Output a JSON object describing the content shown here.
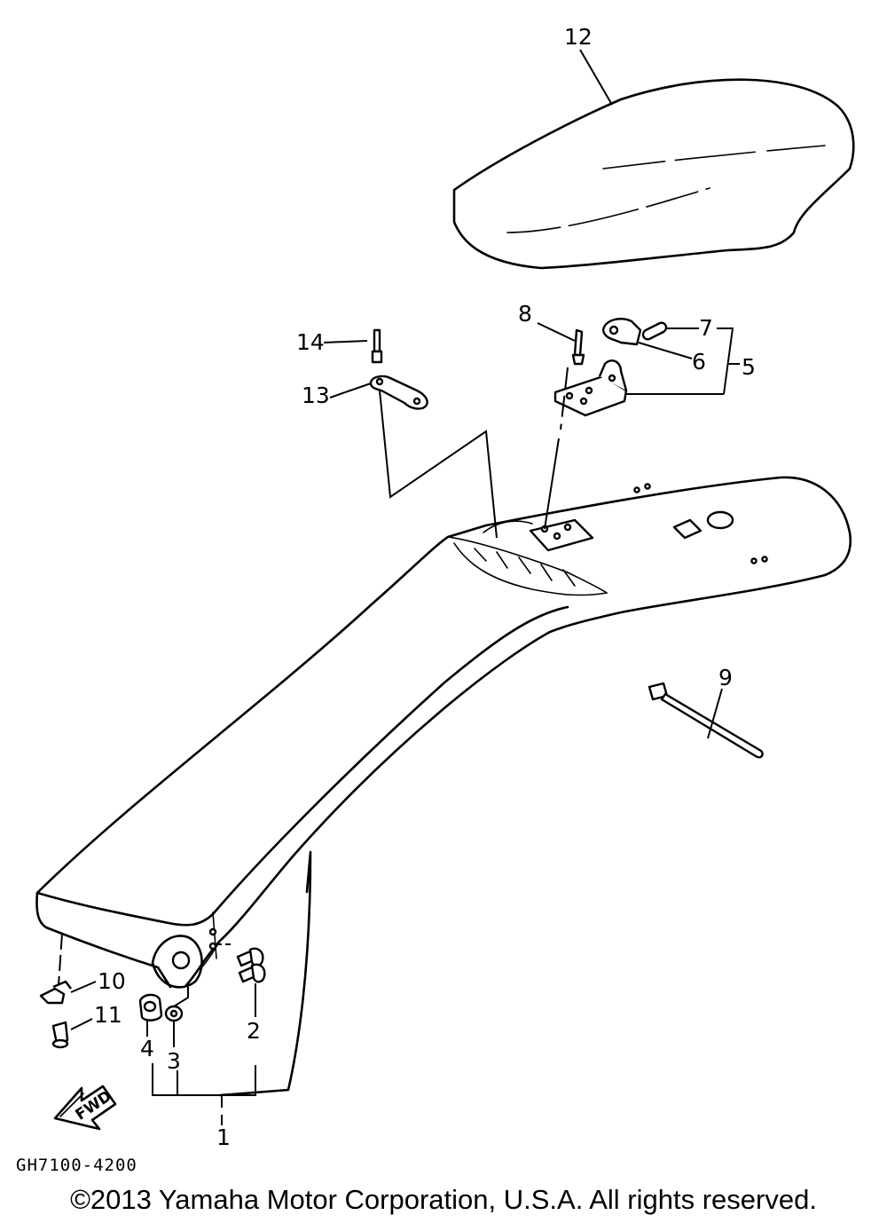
{
  "diagram": {
    "callouts": [
      {
        "id": "c1",
        "label": "1"
      },
      {
        "id": "c2",
        "label": "2"
      },
      {
        "id": "c3",
        "label": "3"
      },
      {
        "id": "c4",
        "label": "4"
      },
      {
        "id": "c5",
        "label": "5"
      },
      {
        "id": "c6",
        "label": "6"
      },
      {
        "id": "c7",
        "label": "7"
      },
      {
        "id": "c8",
        "label": "8"
      },
      {
        "id": "c9",
        "label": "9"
      },
      {
        "id": "c10",
        "label": "10"
      },
      {
        "id": "c11",
        "label": "11"
      },
      {
        "id": "c12",
        "label": "12"
      },
      {
        "id": "c13",
        "label": "13"
      },
      {
        "id": "c14",
        "label": "14"
      }
    ],
    "fwd_arrow_label": "FWD",
    "diagram_code": "GH7100-4200"
  },
  "footer": {
    "copyright": "©2013 Yamaha Motor Corporation, U.S.A. All rights reserved."
  }
}
